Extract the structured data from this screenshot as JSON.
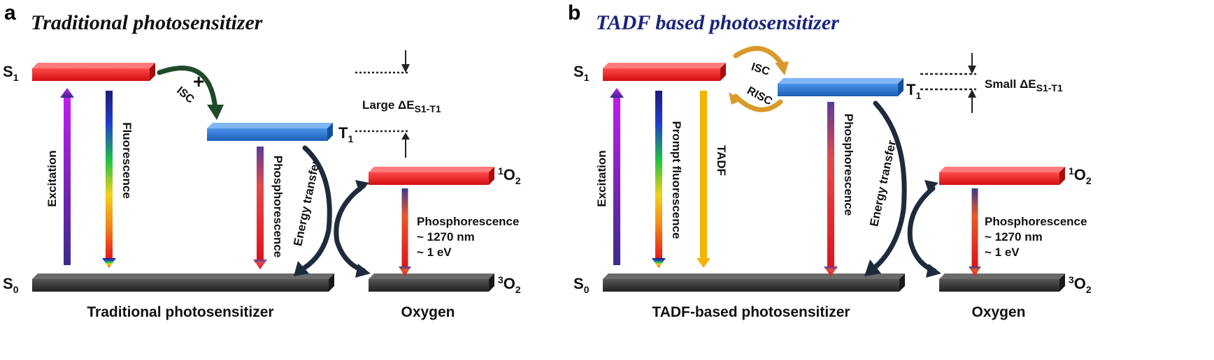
{
  "panel_a": {
    "letter": "a",
    "title": "Traditional photosensitizer",
    "s1": "S",
    "s1_sub": "1",
    "s0": "S",
    "s0_sub": "0",
    "t1": "T",
    "t1_sub": "1",
    "o2_singlet_sup": "1",
    "o2_singlet": "O",
    "o2_singlet_sub": "2",
    "o2_triplet_sup": "3",
    "o2_triplet": "O",
    "o2_triplet_sub": "2",
    "isc": "ISC",
    "excitation": "Excitation",
    "fluorescence": "Fluorescence",
    "phosphorescence": "Phosphorescence",
    "energy_transfer": "Energy transfer",
    "gap": "Large ΔE",
    "gap_sub": "S1-T1",
    "emission_title": "Phosphorescence",
    "emission_nm": "~ 1270 nm",
    "emission_ev": "~ 1 eV",
    "caption_left": "Traditional photosensitizer",
    "caption_right": "Oxygen"
  },
  "panel_b": {
    "letter": "b",
    "title": "TADF based photosensitizer",
    "s1": "S",
    "s1_sub": "1",
    "s0": "S",
    "s0_sub": "0",
    "t1": "T",
    "t1_sub": "1",
    "o2_singlet_sup": "1",
    "o2_singlet": "O",
    "o2_singlet_sub": "2",
    "o2_triplet_sup": "3",
    "o2_triplet": "O",
    "o2_triplet_sub": "2",
    "isc": "ISC",
    "risc": "RISC",
    "excitation": "Excitation",
    "prompt_fluorescence": "Prompt fluorescence",
    "tadf": "TADF",
    "phosphorescence": "Phosphorescence",
    "energy_transfer": "Energy transfer",
    "gap": "Small ΔE",
    "gap_sub": "S1-T1",
    "emission_title": "Phosphorescence",
    "emission_nm": "~ 1270 nm",
    "emission_ev": "~ 1 eV",
    "caption_left": "TADF-based photosensitizer",
    "caption_right": "Oxygen"
  },
  "colors": {
    "level_red": "#ff2a2a",
    "level_blue": "#2a76d6",
    "level_gray": "#3a3a3a",
    "title_a": "#111111",
    "title_b": "#1a237e",
    "tadf_arrow": "#f2b400",
    "isc_arrow_a": "#1f4a2a",
    "isc_arrow_b": "#d99a2b"
  }
}
